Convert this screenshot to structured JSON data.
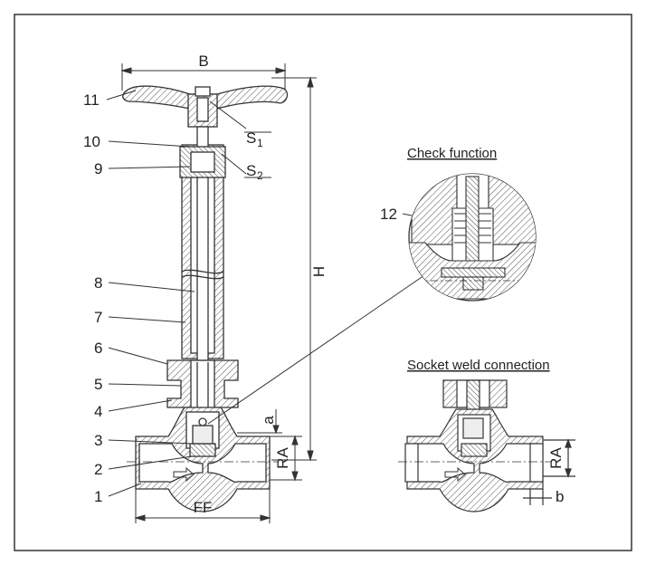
{
  "diagram": {
    "parts": [
      "1",
      "2",
      "3",
      "4",
      "5",
      "6",
      "7",
      "8",
      "9",
      "10",
      "11",
      "12"
    ],
    "dimensions": {
      "B": "B",
      "H": "H",
      "FF": "FF",
      "RA": "RA",
      "a": "a",
      "b": "b",
      "S1_main": "S",
      "S1_sub": "1",
      "S2_main": "S",
      "S2_sub": "2"
    },
    "captions": {
      "check": "Check function",
      "socket": "Socket weld connection"
    }
  }
}
